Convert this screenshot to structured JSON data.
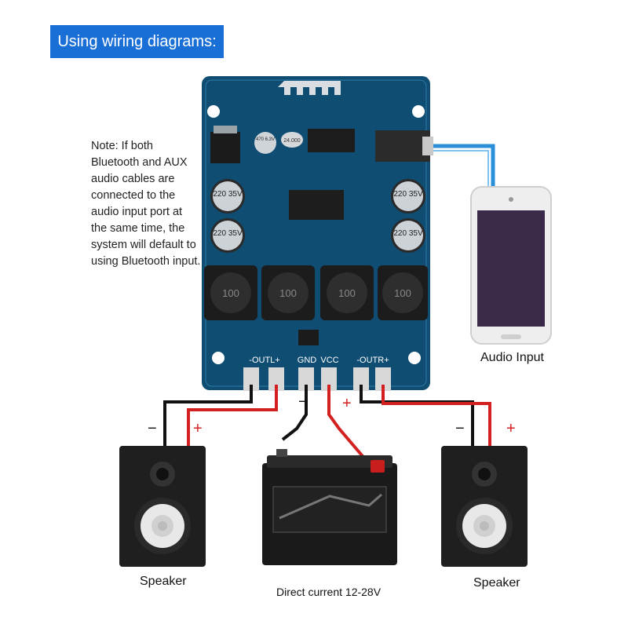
{
  "title": "Using wiring diagrams:",
  "note": "Note: If both Bluetooth and AUX audio cables are connected to the audio input port at the same time, the system will default to using Bluetooth input.",
  "board": {
    "terminals": [
      "-OUTL+",
      "GND",
      "VCC",
      "-OUTR+"
    ],
    "caps": [
      "220 35V",
      "220 35V",
      "220 35V",
      "220 35V"
    ],
    "inductors": [
      "100",
      "100",
      "100",
      "100"
    ],
    "crystal": "24.000",
    "small_cap": "470 6.3V"
  },
  "polarity": {
    "minus": "−",
    "plus": "+"
  },
  "captions": {
    "audio_input": "Audio Input",
    "speaker_left": "Speaker",
    "speaker_right": "Speaker",
    "power": "Direct current 12-28V"
  },
  "colors": {
    "banner": "#1a6fd6",
    "board": "#0f4d73",
    "wire_positive": "#d32020",
    "wire_negative": "#111111",
    "aux_cable": "#2a8fd8"
  }
}
